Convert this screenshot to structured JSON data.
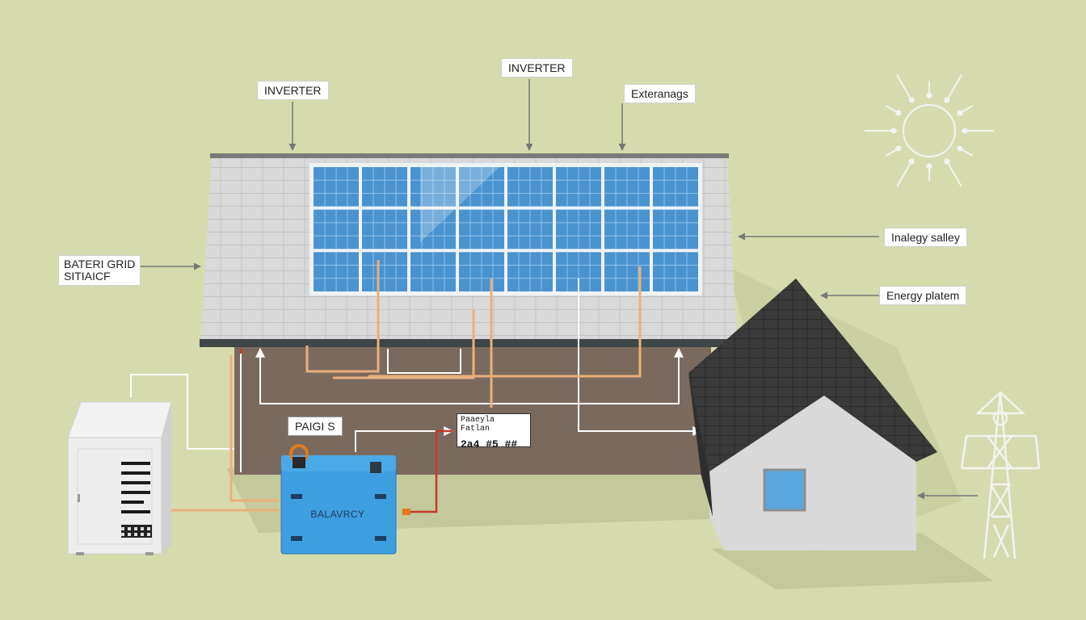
{
  "labels": {
    "inverter_left": "INVERTER",
    "inverter_top": "INVERTER",
    "external": "Exteranags",
    "battery_grid_line1": "BATERI GRID",
    "battery_grid_line2": "SITIAICF",
    "energy_safety": "Inalegy salley",
    "energy_platform": "Energy platem",
    "panels": "PAIGI S",
    "battery": "BALAVRCY"
  },
  "meter": {
    "line1": "Paaeyla Fatlan",
    "line2": "2a4 #5 ##"
  },
  "colors": {
    "background": "#d6dbad",
    "roof": "#d8d8d8",
    "wall": "#7a6a5e",
    "panel": "#4a93cf",
    "battery": "#3d9ee0",
    "house_roof": "#3a3a3a",
    "house_wall": "#d9d9d9",
    "window": "#5aa7df",
    "cable_orange": "#e9b07a",
    "cable_white": "#ffffff",
    "cable_red": "#c43a2a"
  },
  "icons": [
    "sun-icon",
    "power-tower-icon",
    "vent-icon"
  ]
}
